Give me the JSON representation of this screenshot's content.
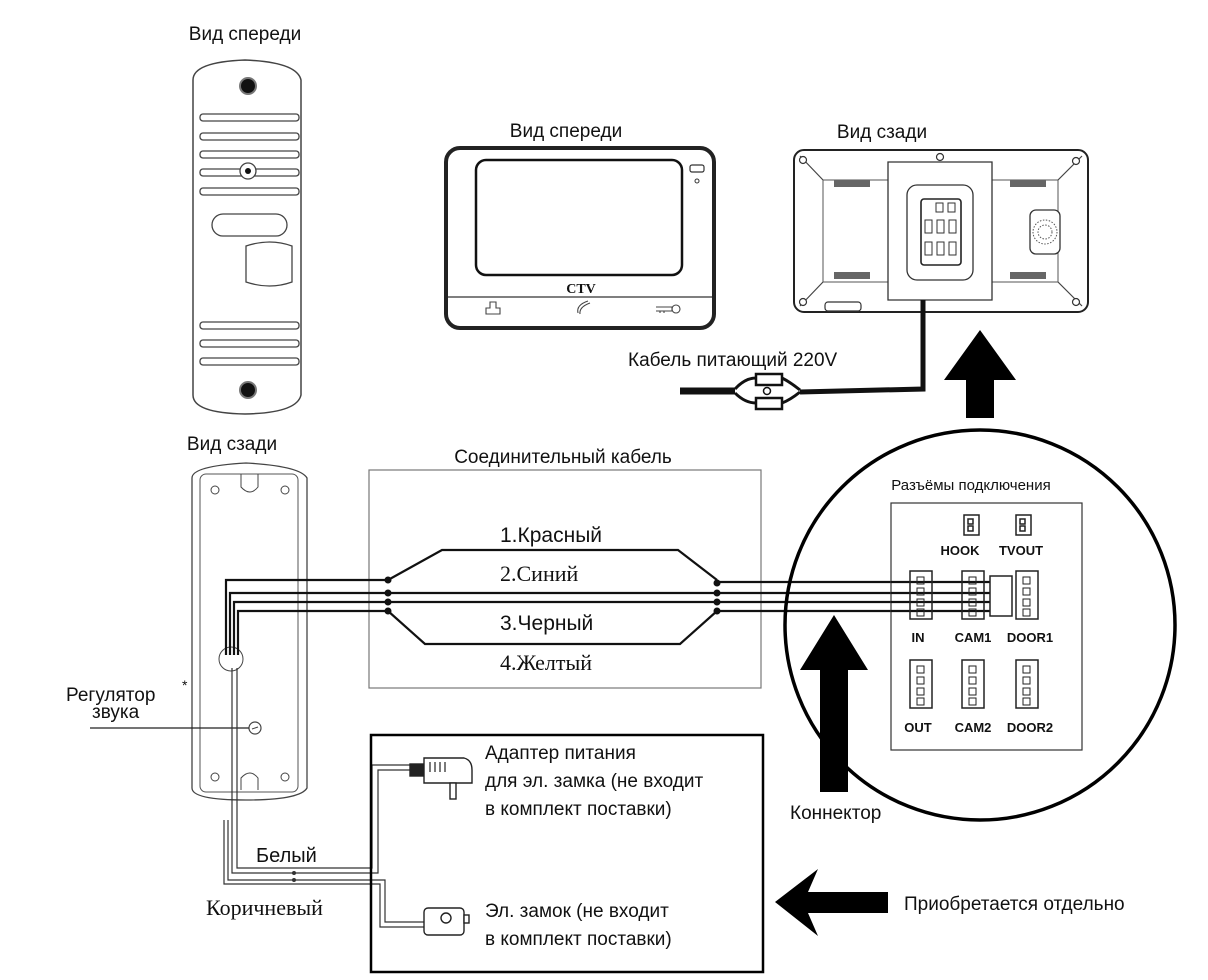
{
  "panel_front": {
    "title": "Вид спереди"
  },
  "panel_back": {
    "title": "Вид сзади",
    "volume_label_line1": "Регулятор",
    "volume_label_line2": "звука",
    "volume_mark": "*"
  },
  "monitor_front": {
    "title": "Вид спереди",
    "brand": "CTV"
  },
  "monitor_back": {
    "title": "Вид сзади"
  },
  "power_cable": {
    "label": "Кабель питающий 220V"
  },
  "connecting_cable": {
    "title": "Соединительный кабель",
    "wires": [
      "1.Красный",
      "2.Синий",
      "3.Черный",
      "4.Желтый"
    ]
  },
  "connectors": {
    "title": "Разъёмы подключения",
    "ports": [
      "HOOK",
      "TVOUT",
      "IN",
      "CAM1",
      "DOOR1",
      "OUT",
      "CAM2",
      "DOOR2"
    ],
    "connector_label": "Коннектор"
  },
  "lock_wires": {
    "white": "Белый",
    "brown": "Коричневый"
  },
  "lock_box": {
    "adapter_line1": "Адаптер питания",
    "adapter_line2": "для эл. замка (не входит",
    "adapter_line3": "в комплект поставки)",
    "lock_line1": "Эл. замок (не входит",
    "lock_line2": "в комплект поставки)"
  },
  "purchased_separately": "Приобретается отдельно"
}
